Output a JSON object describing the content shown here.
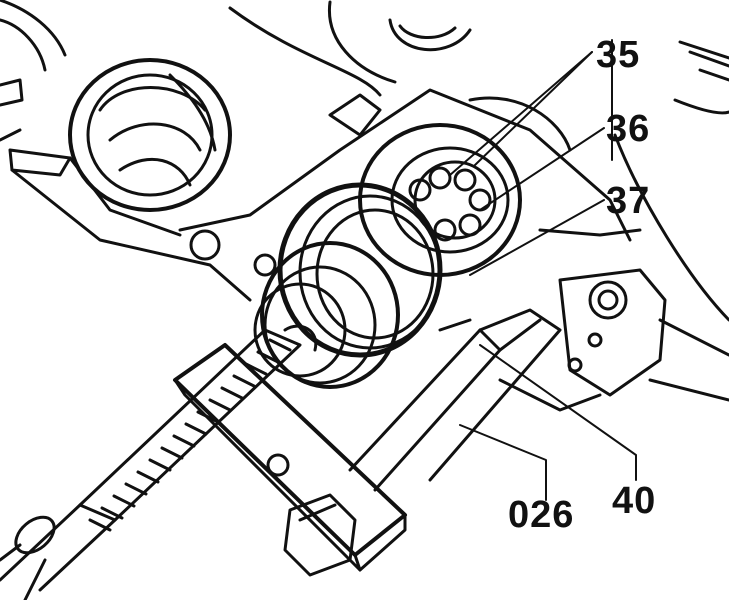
{
  "callouts": {
    "c35": "35",
    "c36": "36",
    "c37": "37",
    "c40": "40",
    "c026": "026"
  },
  "colors": {
    "ink": "#111111",
    "paper": "#ffffff"
  }
}
